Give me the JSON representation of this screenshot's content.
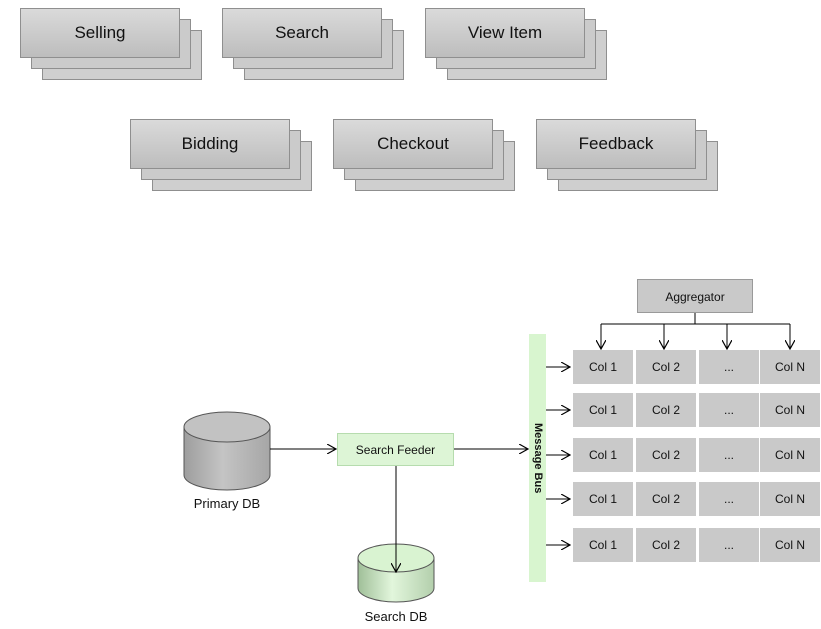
{
  "applications": [
    {
      "label": "Selling"
    },
    {
      "label": "Search"
    },
    {
      "label": "View Item"
    },
    {
      "label": "Bidding"
    },
    {
      "label": "Checkout"
    },
    {
      "label": "Feedback"
    }
  ],
  "aggregator": {
    "label": "Aggregator"
  },
  "search_feeder": {
    "label": "Search Feeder"
  },
  "message_bus": {
    "label": "Message Bus"
  },
  "primary_db": {
    "label": "Primary DB"
  },
  "search_db": {
    "label": "Search DB"
  },
  "grid": {
    "columns": [
      "Col 1",
      "Col 2",
      "...",
      "Col N"
    ],
    "row_count": 5
  },
  "colors": {
    "box_gray": "#c9c9c9",
    "feeder_green": "#ddf5d6",
    "bus_green": "#d8f5cf",
    "db_gray": "#b8b8b8",
    "db_green": "#cfeec6"
  }
}
